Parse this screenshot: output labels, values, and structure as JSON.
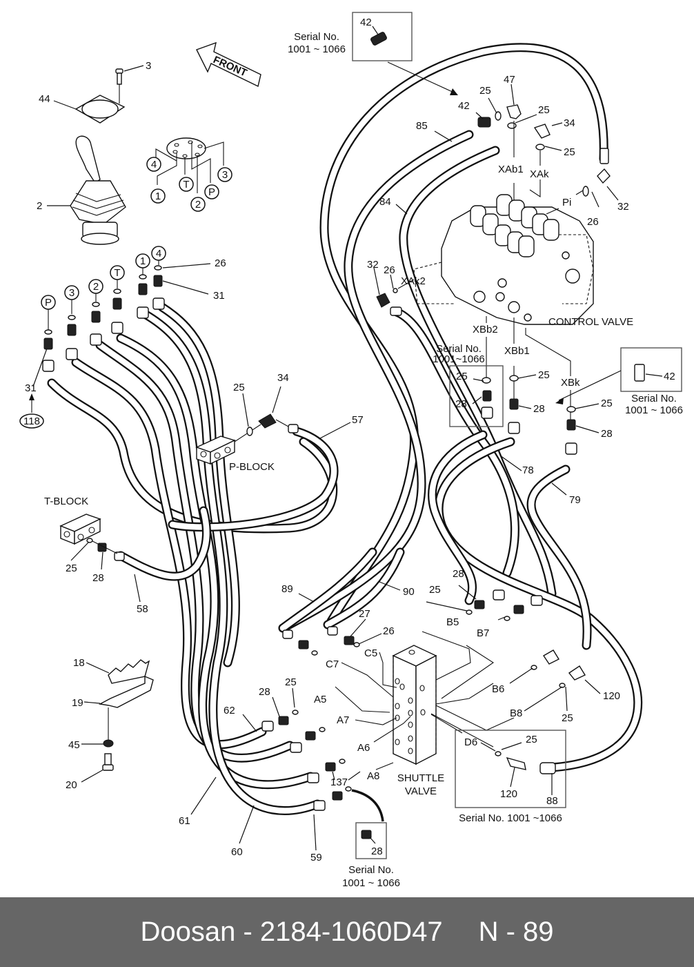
{
  "footer": {
    "brand": "Doosan",
    "separator": "-",
    "part_number": "2184-1060D47",
    "page_separator": "-",
    "page_prefix": "N",
    "page_number": "89",
    "background": "#666666",
    "text_color": "#ffffff"
  },
  "diagram": {
    "front_arrow": "FRONT",
    "blocks": {
      "p_block": "P-BLOCK",
      "t_block": "T-BLOCK",
      "control_valve": "CONTROL VALVE",
      "shuttle_valve_line1": "SHUTTLE",
      "shuttle_valve_line2": "VALVE"
    },
    "serial_notes": {
      "top": {
        "line1": "Serial No.",
        "line2": "1001 ~ 1066",
        "part": "42"
      },
      "xbb2": {
        "line1": "Serial No.",
        "line2": "1001~1066",
        "parts": [
          "25",
          "28"
        ]
      },
      "xbk": {
        "line1": "Serial No.",
        "line2": "1001 ~ 1066",
        "part": "42"
      },
      "d6": {
        "text": "Serial No. 1001 ~1066",
        "parts": [
          "25",
          "120",
          "88"
        ]
      },
      "a8": {
        "line1": "Serial No.",
        "line2": "1001 ~ 1066",
        "part": "28"
      }
    },
    "pilot_ports": [
      "4",
      "1",
      "T",
      "2",
      "P",
      "3"
    ],
    "fitting_ports": [
      "P",
      "3",
      "2",
      "T",
      "1",
      "4"
    ],
    "ref_118": "118",
    "control_ports": [
      "XAb1",
      "XAk",
      "Pi",
      "XAk2",
      "XBb2",
      "XBb1",
      "XBk"
    ],
    "shuttle_ports": [
      "C7",
      "C5",
      "A5",
      "A7",
      "A6",
      "A8",
      "B5",
      "B7",
      "B6",
      "B8",
      "D6"
    ],
    "callouts": {
      "c3": "3",
      "c44": "44",
      "c2": "2",
      "c26_top": "26",
      "c31_top": "31",
      "c31_left": "31",
      "c42": "42",
      "c25_a": "25",
      "c47": "47",
      "c25_b": "25",
      "c34_top": "34",
      "c25_c": "25",
      "c85": "85",
      "c84": "84",
      "c32_right": "32",
      "c26_pi": "26",
      "c32_left": "32",
      "c26_xak2": "26",
      "c25_xbb1": "25",
      "c28_xbb1": "28",
      "c25_xbk": "25",
      "c28_xbk": "28",
      "c25_p": "25",
      "c34_p": "34",
      "c57": "57",
      "c78": "78",
      "c79": "79",
      "c25_t": "25",
      "c28_t": "28",
      "c58": "58",
      "c89": "89",
      "c90": "90",
      "c27": "27",
      "c26_c5": "26",
      "c28_b5": "28",
      "c25_b5": "25",
      "c120": "120",
      "c25_b8": "25",
      "c18": "18",
      "c19": "19",
      "c45": "45",
      "c20": "20",
      "c28_a5": "28",
      "c25_a5": "25",
      "c62": "62",
      "c61": "61",
      "c60": "60",
      "c59": "59",
      "c137": "137"
    }
  }
}
